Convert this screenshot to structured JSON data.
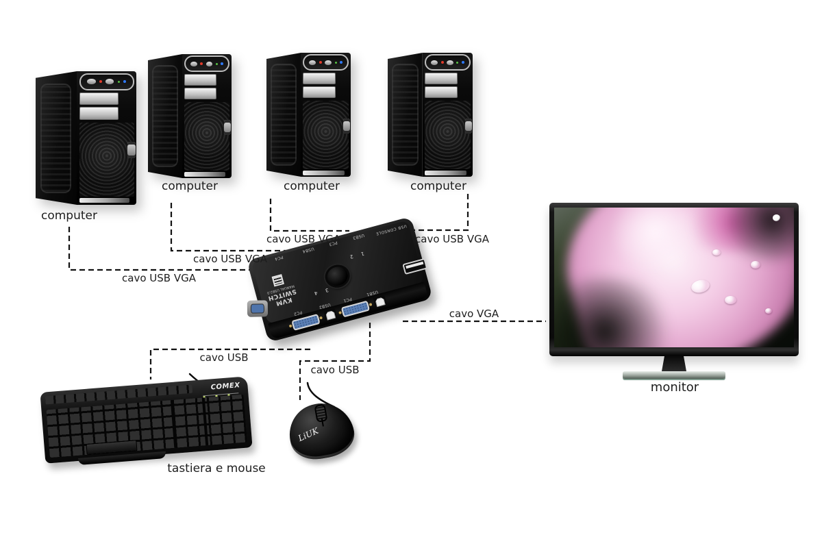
{
  "devices": {
    "computers": [
      {
        "label": "computer"
      },
      {
        "label": "computer"
      },
      {
        "label": "computer"
      },
      {
        "label": "computer"
      }
    ],
    "kvm": {
      "brand_line1": "KVM SWITCH",
      "brand_line2": "MANUAL USB2.0",
      "console_label": "USB CONSOLE",
      "front_port_labels": [
        {
          "label": "PC2"
        },
        {
          "label": "USB2"
        },
        {
          "label": "PC1"
        },
        {
          "label": "USB1"
        }
      ],
      "back_port_labels": [
        {
          "label": "PC4"
        },
        {
          "label": "USB4"
        },
        {
          "label": "PC3"
        },
        {
          "label": "USB3"
        }
      ],
      "led_pair_right": "1 2",
      "led_pair_left": "3 4"
    },
    "monitor": {
      "label": "monitor"
    },
    "peripherals": {
      "label": "tastiera e mouse",
      "keyboard_brand": "COMEX",
      "mouse_brand": "LiUK"
    }
  },
  "connections": [
    {
      "id": "computer-1-to-kvm",
      "label": "cavo USB VGA"
    },
    {
      "id": "computer-2-to-kvm",
      "label": "cavo USB VGA"
    },
    {
      "id": "computer-3-to-kvm",
      "label": "cavo USB VGA"
    },
    {
      "id": "computer-4-to-kvm",
      "label": "cavo USB VGA"
    },
    {
      "id": "kvm-to-monitor",
      "label": "cavo VGA"
    },
    {
      "id": "kvm-to-keyboard",
      "label": "cavo USB"
    },
    {
      "id": "kvm-to-mouse",
      "label": "cavo USB"
    }
  ],
  "colors": {
    "line": "#111111",
    "text": "#1d1d1d",
    "vga_port_blue": "#5b7fb5",
    "flower_pink": "#e3a7ce",
    "screen_green": "#1b2415"
  }
}
